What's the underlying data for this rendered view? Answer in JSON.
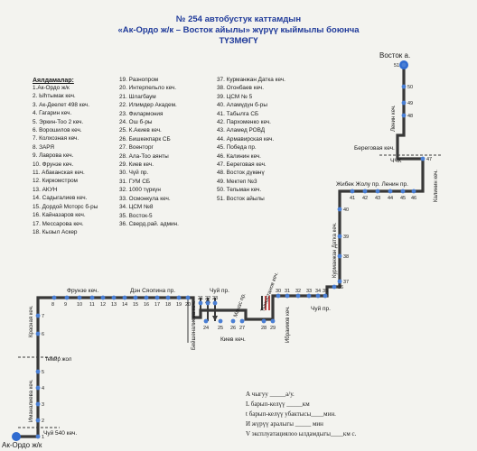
{
  "title": {
    "line1": "№ 254  автобустук каттамдын",
    "line2": "«Ак-Ордо ж/к – Восток айылы» жүрүү кыймылы боюнча",
    "line3": "ТҮЗМӨГҮ"
  },
  "legend": {
    "heading": "Аялдамалар:",
    "col1": [
      "1.Ак-Ордо ж/к",
      "2. Ыһтымак кеч.",
      "3. Ак-Деелет 498 кеч.",
      "4. Гагарин кеч.",
      "5. Эркин-Тоо 2 кеч.",
      "6. Ворошилов кеч.",
      "7. Колхозная кеч.",
      "8. ЗАРЯ",
      "9. Лаврова кеч.",
      "10. Фрунзе кеч.",
      "11. Абаканская кеч.",
      "12. Киркомстром",
      "13. АКУН",
      "14. Садыгалиев кеч.",
      "15. Дордой Моторс б-ры",
      "16. Кайназаров кеч.",
      "17. Мессарова кеч.",
      "18. Кызыл Аскер"
    ],
    "col2": [
      "19. Разнопром",
      "20. Интерпельло кеч.",
      "21. Шлагбаум",
      "22. Илимдер Академ.",
      "23. Филармония",
      "24. Ош б-ры",
      "25. К.Акиев кеч.",
      "26. Бишкекпарк СБ",
      "27. Военторг",
      "28. Ала-Тоо аянты",
      "29. Киев кеч.",
      "30. Чүй пр.",
      "31. ГУМ СБ",
      "32. 1000 түркүн",
      "33. Осмонкула кеч.",
      "34. ЦСМ №8",
      "35. Восток-5",
      "36. Сверд.рай. админ."
    ],
    "col3": [
      "37. Курманжан Датка кеч.",
      "38. Огонбаев кеч.",
      "39. ЦСМ № 5",
      "40. Аламүдүн б-ры",
      "41. Табылга СБ",
      "42. Пархоменко кеч.",
      "43. Аламед РОВД",
      "44. Армавирская кеч.",
      "45. Победа пр.",
      "46. Калинин кеч.",
      "47. Береговая кеч.",
      "48. Восток дүкөнү",
      "49. Мектеп №3",
      "50. Тельман кеч.",
      "51. Восток айылы"
    ]
  },
  "map_labels": {
    "vostok": "Восток а.",
    "lenin_vert": "Ленин кеч.",
    "beregovaya": "Береговая кеч.",
    "chchk": "ЧЧК",
    "kalinin": "Калинин кеч.",
    "zhibek": "Жибек Жолу пр.  Ленин пр.",
    "kurmanzhan": "Курманжан Датка кеч.",
    "frunze": "Фрунзе кеч.",
    "den_sko": "Дэн Сяопина пр.",
    "chuy1": "Чуй пр.",
    "chuy2": "Чуй пр.",
    "manas": "Манас пр.",
    "tynystanov": "Тыныстанов кеч.",
    "kiev": "Киев кеч.",
    "ibraimov": "Ибраимов кеч.",
    "beyshenalieva": "Бейшеналиева кеч.",
    "krasnaya": "Красная кеч.",
    "temir": "темир жол",
    "imanalieva": "Иманалиева кеч.",
    "chuy540": "Чуй 540 кеч.",
    "akordo": "Ак-Ордо ж/к"
  },
  "stop_numbers": {
    "s1": "1",
    "s2": "2",
    "s3": "3",
    "s4": "4",
    "s5": "5",
    "s6": "6",
    "s7": "7",
    "s8": "8",
    "s9": "9",
    "s10": "10",
    "s11": "11",
    "s12": "12",
    "s13": "13",
    "s14": "14",
    "s15": "15",
    "s16": "16",
    "s17": "17",
    "s18": "18",
    "s19": "19",
    "s20": "20",
    "s21": "21",
    "s22": "22",
    "s23": "23",
    "s24": "24",
    "s25": "25",
    "s26": "26",
    "s27": "27",
    "s28": "28",
    "s29": "29",
    "s30": "30",
    "s31": "31",
    "s32": "32",
    "s33": "33",
    "s34": "34",
    "s35": "35",
    "s36": "36",
    "s37": "37",
    "s38": "38",
    "s39": "39",
    "s40": "40",
    "s41": "41",
    "s42": "42",
    "s43": "43",
    "s44": "44",
    "s45": "45",
    "s46": "46",
    "s47": "47",
    "s48": "48",
    "s49": "49",
    "s50": "50",
    "s51": "51"
  },
  "form": {
    "line1": "А чыгуу _____а/у.",
    "line2": "L барып-келүү _____км",
    "line3": "t барып-келүү убактысы____мин.",
    "line4": "И жүрүү аралыгы _____ мин",
    "line5": "V эксплуатациялоо ылдамдыгы____км с."
  },
  "colors": {
    "route": "#383838",
    "stop": "#4a7fd4",
    "stop_end": "#2f6bd0",
    "text_blue": "#1f3a9a"
  }
}
